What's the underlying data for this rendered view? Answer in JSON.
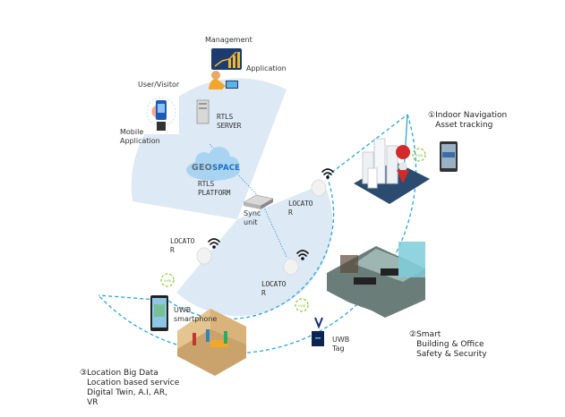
{
  "diagram": {
    "title": "RTLS UWB Architecture and Services",
    "colors": {
      "sector_fill": "#dde9f5",
      "dashed_line": "#2aa6d9",
      "link_line": "#3b8fd6",
      "geospace_cloud": "#a9d4f1",
      "geospace_text": "#1f6fc0",
      "pin_red": "#d22a2a",
      "uwb_green": "#8cc63f"
    },
    "top_sector": {
      "management_label": "Management",
      "application_label": "Application",
      "user_label": "User/Visitor",
      "mobile_label": "Mobile\nApplication",
      "server_label": "RTLS\nSERVER"
    },
    "platform": {
      "logo_geo": "GEO",
      "logo_space": "SPACE",
      "label": "RTLS\nPLATFORM"
    },
    "middle_sector": {
      "sync_label": "Sync\nunit",
      "locators": [
        {
          "label": "LOCATO\nR"
        },
        {
          "label": "LOCATO\nR"
        },
        {
          "label": "LOCATO\nR"
        }
      ]
    },
    "services": [
      {
        "number": "①",
        "lines": "Indoor Navigation\nAsset tracking"
      },
      {
        "number": "②",
        "lines": "Smart\nBuilding & Office\nSafety & Security"
      },
      {
        "number": "③",
        "lines": "Location Big Data\nLocation based service\nDigital Twin, A.I, AR,\nVR"
      }
    ],
    "devices": {
      "uwb_badge_text": "UWB",
      "smartphone_label": "UWB\nsmartphone",
      "tag_label": "UWB\nTag"
    }
  }
}
